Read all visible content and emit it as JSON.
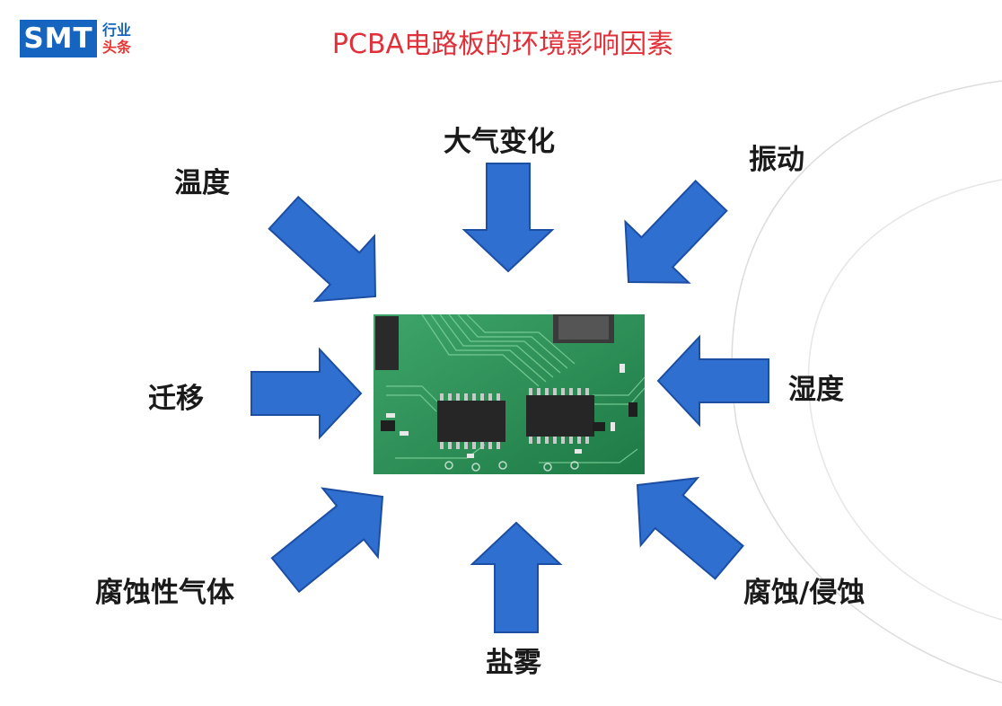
{
  "logo": {
    "text": "SMT",
    "sub_line1": "行业",
    "sub_line2": "头条"
  },
  "title": "PCBA电路板的环境影响因素",
  "factors": {
    "atmosphere": "大气变化",
    "temperature": "温度",
    "vibration": "振动",
    "migration": "迁移",
    "humidity": "湿度",
    "corrosive_gas": "腐蚀性气体",
    "salt_spray": "盐雾",
    "corrosion_erosion": "腐蚀/侵蚀"
  },
  "center_image": "pcb-circuit-board-photo",
  "colors": {
    "title": "#e0303a",
    "arrow_fill": "#2f6fd0",
    "arrow_edge": "#1c4ea3",
    "logo_blue": "#1565c0",
    "logo_red": "#e53935"
  }
}
